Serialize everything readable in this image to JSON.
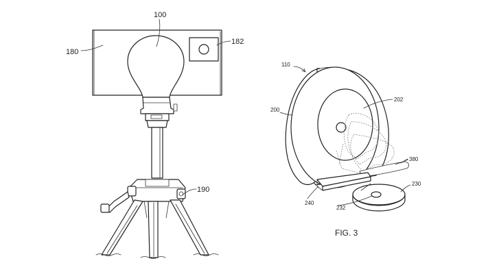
{
  "figure_label": "FIG. 3",
  "left_figure": {
    "refs": [
      "100",
      "180",
      "182",
      "190"
    ]
  },
  "right_figure": {
    "refs": [
      "110",
      "200",
      "202",
      "380",
      "230",
      "240",
      "232"
    ]
  }
}
